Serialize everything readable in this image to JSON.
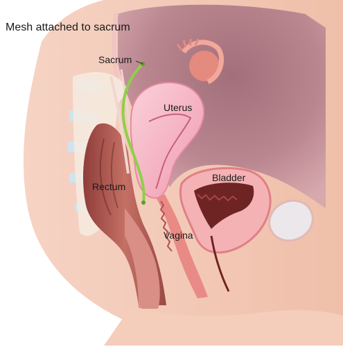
{
  "diagram": {
    "caption": "Mesh attached to sacrum",
    "labels": {
      "sacrum": "Sacrum",
      "uterus": "Uterus",
      "bladder": "Bladder",
      "rectum": "Rectum",
      "vagina": "Vagina"
    },
    "colors": {
      "skin": "#f3c9b5",
      "tissue": "#e9a9a4",
      "cavity": "#b8838c",
      "bone": "#f7e9dc",
      "mesh": "#8fcf4a",
      "organ_dark": "#7a2f2f",
      "uterus": "#f4a9b8"
    }
  }
}
